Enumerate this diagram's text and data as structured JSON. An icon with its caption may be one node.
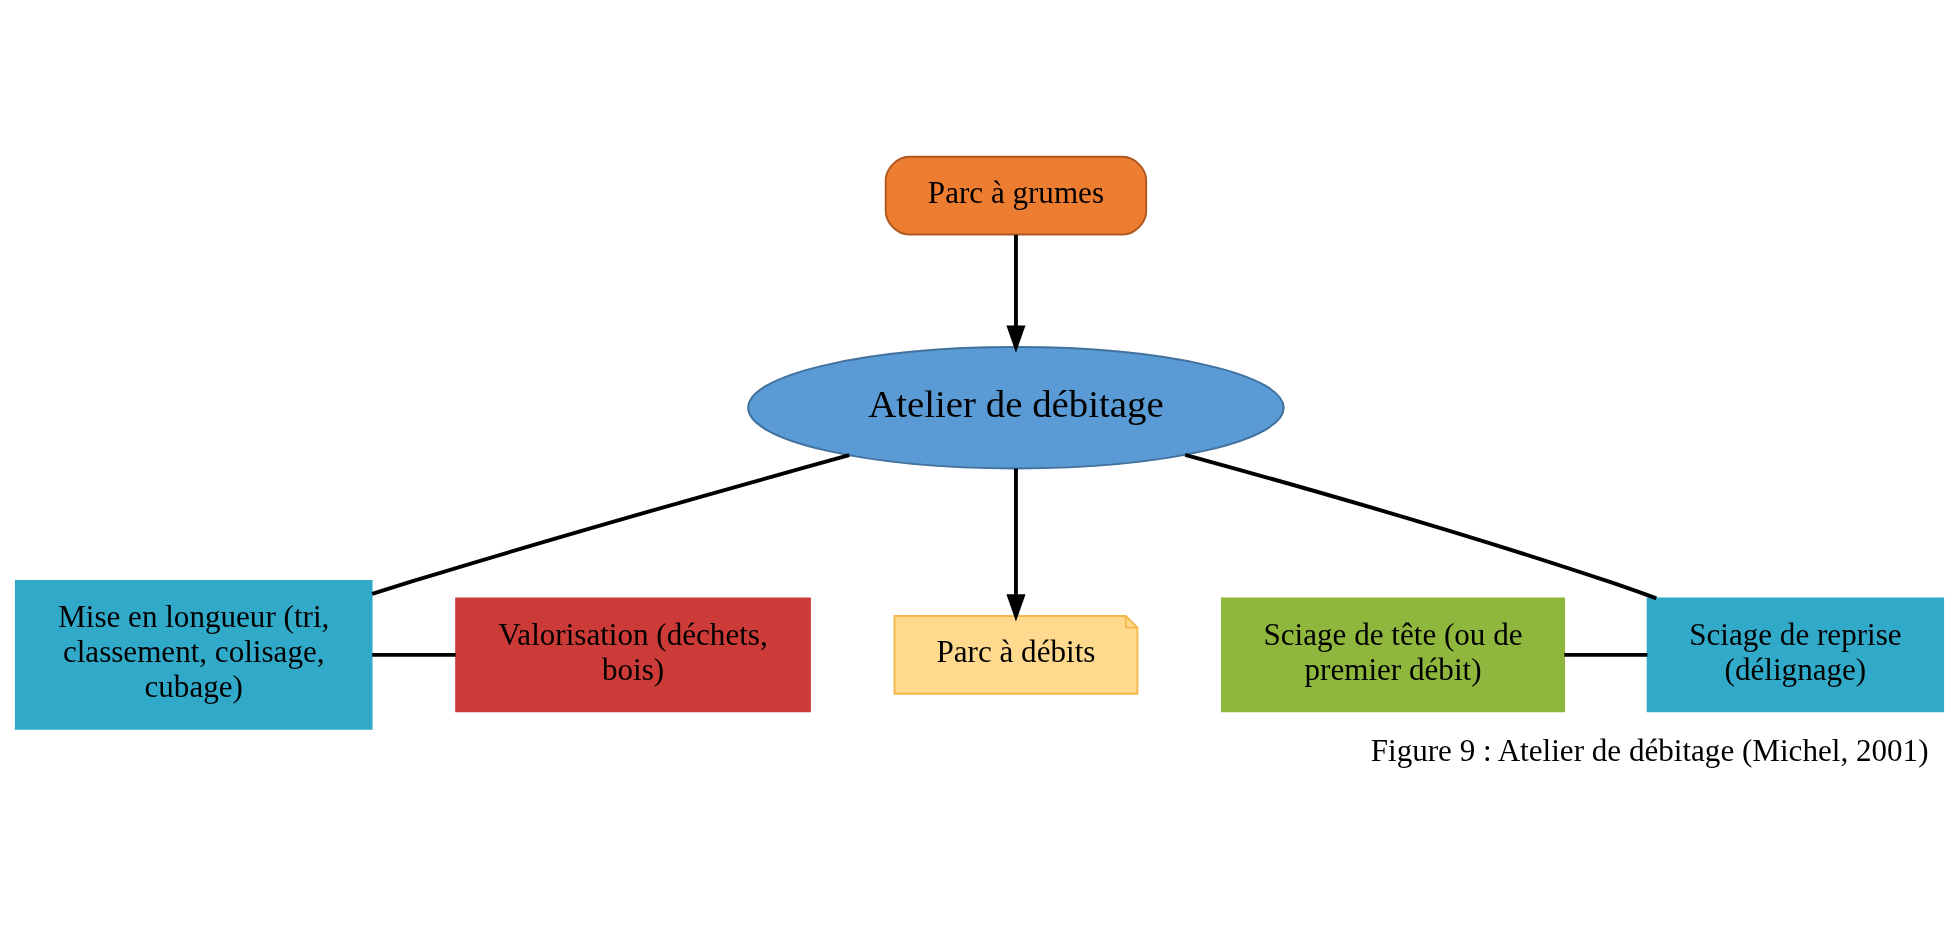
{
  "diagram": {
    "caption": "Figure 9 : Atelier de débitage (Michel, 2001)",
    "nodes": [
      {
        "text": [
          "Parc à grumes"
        ]
      },
      {
        "text": [
          "Atelier de débitage"
        ]
      },
      {
        "text": [
          "Sciage de tête (ou de premier débit)"
        ]
      },
      {
        "text": [
          "Sciage de reprise (délignage)"
        ]
      },
      {
        "text": [
          "Mise en longueur (tri, classement, colisage, cubage)"
        ]
      },
      {
        "text": [
          "Valorisation (déchets, bois)"
        ]
      },
      {
        "text": [
          "Parc à débits"
        ]
      }
    ],
    "edges": [
      {
        "from": 0,
        "to": 1,
        "arrow": "to"
      },
      {
        "from": 1,
        "to": 3,
        "arrow": "none"
      },
      {
        "from": 1,
        "to": 4,
        "arrow": "none"
      },
      {
        "from": 1,
        "to": 6,
        "arrow": "to"
      },
      {
        "from": 2,
        "to": 3,
        "arrow": "none"
      },
      {
        "from": 4,
        "to": 5,
        "arrow": "none"
      }
    ]
  }
}
